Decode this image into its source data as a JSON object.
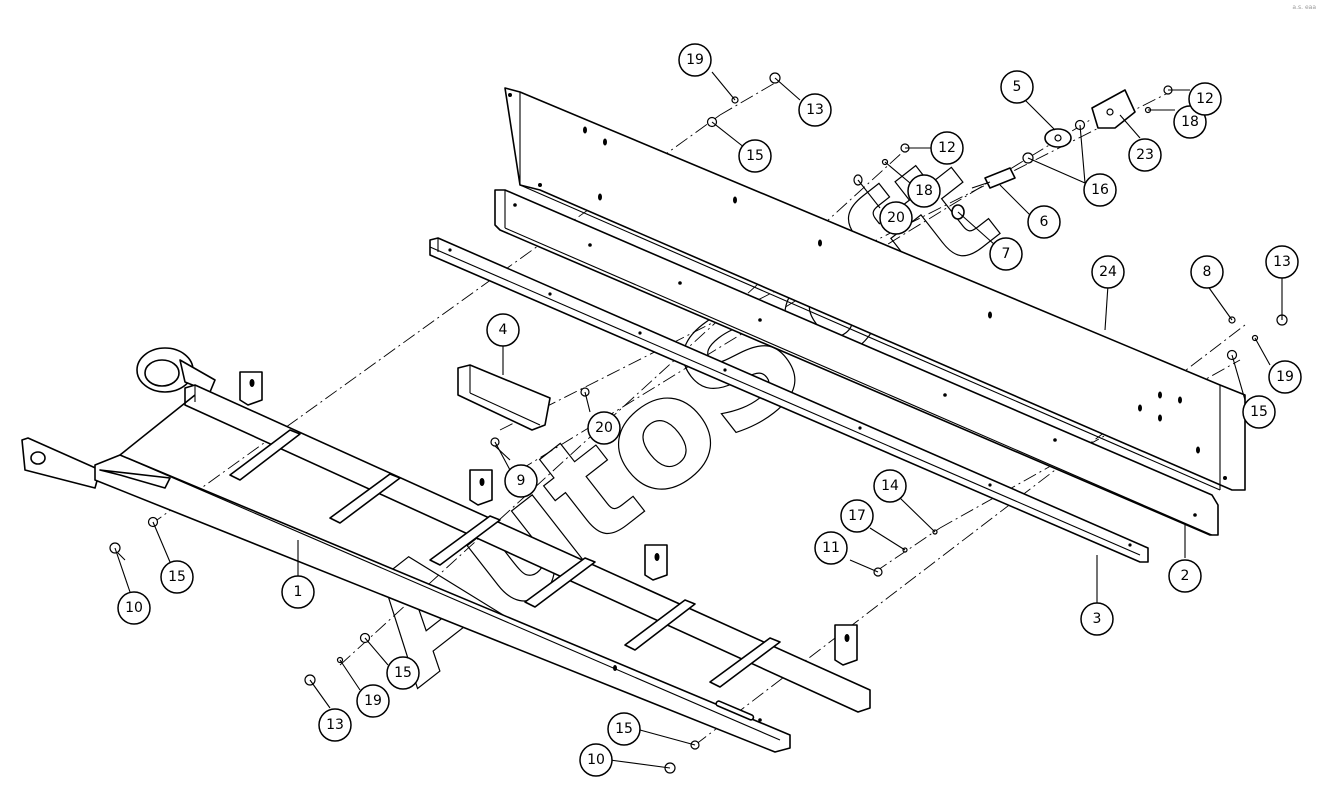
{
  "watermark": "AutoSoft",
  "corner_mark": "a.s. eaa",
  "callouts": [
    {
      "label": "19"
    },
    {
      "label": "13"
    },
    {
      "label": "15"
    },
    {
      "label": "12"
    },
    {
      "label": "18"
    },
    {
      "label": "20"
    },
    {
      "label": "5"
    },
    {
      "label": "16"
    },
    {
      "label": "6"
    },
    {
      "label": "7"
    },
    {
      "label": "18"
    },
    {
      "label": "12"
    },
    {
      "label": "23"
    },
    {
      "label": "24"
    },
    {
      "label": "8"
    },
    {
      "label": "13"
    },
    {
      "label": "19"
    },
    {
      "label": "15"
    },
    {
      "label": "4"
    },
    {
      "label": "20"
    },
    {
      "label": "9"
    },
    {
      "label": "14"
    },
    {
      "label": "17"
    },
    {
      "label": "11"
    },
    {
      "label": "2"
    },
    {
      "label": "3"
    },
    {
      "label": "1"
    },
    {
      "label": "15"
    },
    {
      "label": "10"
    },
    {
      "label": "15"
    },
    {
      "label": "19"
    },
    {
      "label": "13"
    },
    {
      "label": "15"
    },
    {
      "label": "10"
    }
  ]
}
